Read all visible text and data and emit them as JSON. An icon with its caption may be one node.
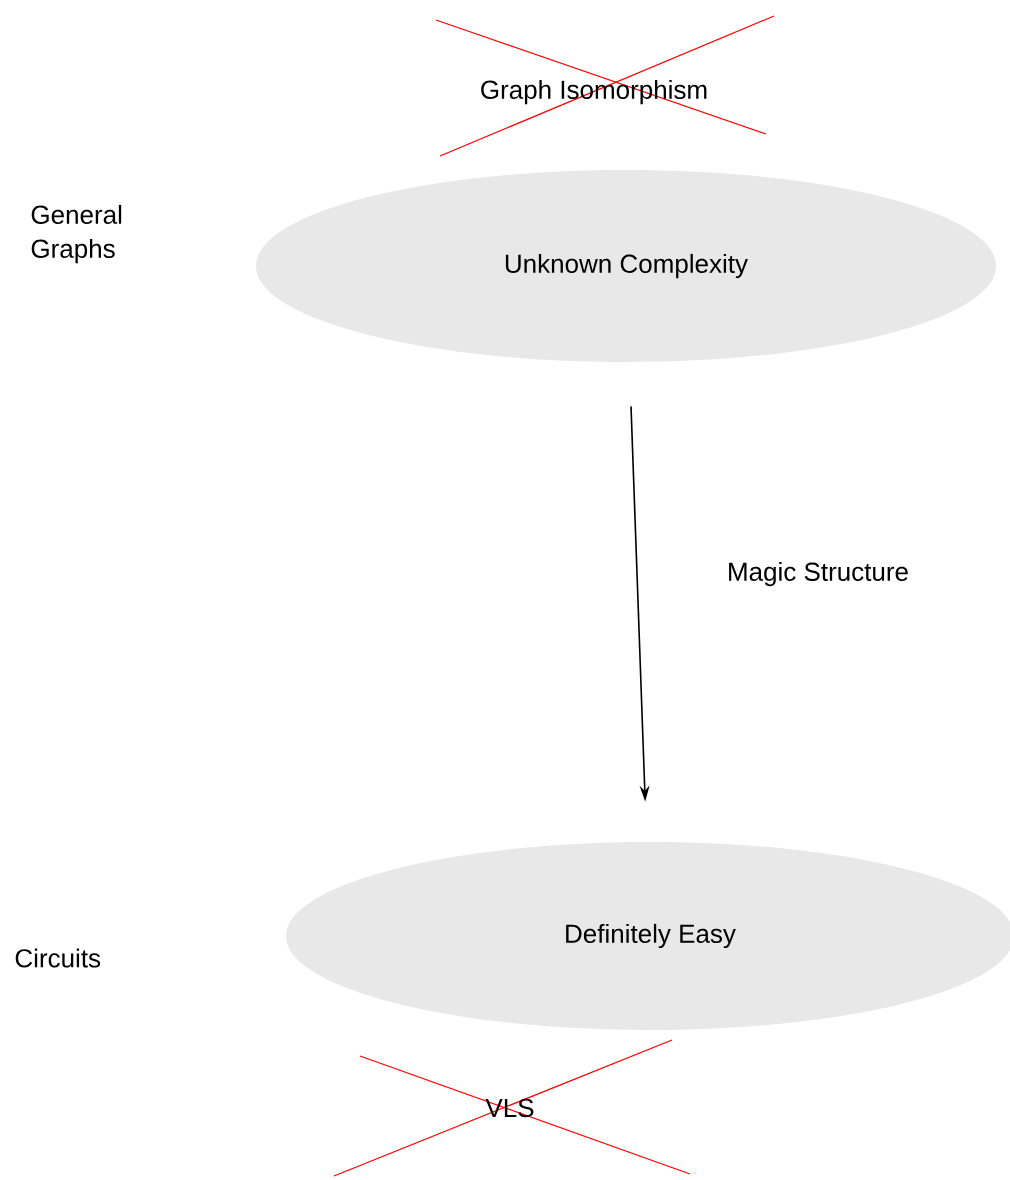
{
  "diagram": {
    "nodes": [
      {
        "text": [
          "Unknown Complexity"
        ]
      },
      {
        "text": [
          "Definitely Easy"
        ]
      }
    ],
    "edges": [
      {
        "from": 0,
        "to": 1,
        "arrow": "to",
        "label": "Magic Structure"
      }
    ],
    "labels": [
      "Graph Isomorphism",
      "General Graphs",
      "Circuits",
      "VLS"
    ]
  }
}
